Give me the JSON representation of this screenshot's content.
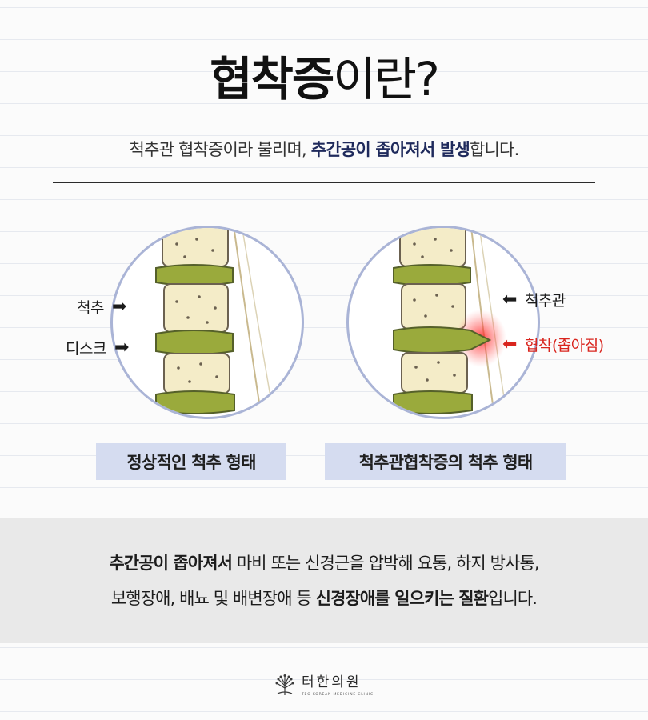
{
  "title": {
    "bold": "협착증",
    "regular": "이란?"
  },
  "subtitle": {
    "part1": "척추관 협착증이라 불리며, ",
    "highlight": "추간공이 좁아져서 발생",
    "part2": "합니다."
  },
  "left_diagram": {
    "label_spine": "척추",
    "label_disc": "디스크",
    "caption": "정상적인 척추 형태"
  },
  "right_diagram": {
    "label_canal": "척추관",
    "label_stenosis": "협착(좁아짐)",
    "caption": "척추관협착증의 척추 형태"
  },
  "arrows": {
    "right": "➡",
    "left": "⬅"
  },
  "description": {
    "b1": "추간공이 좁아져서",
    "t1": " 마비 또는 신경근을 압박해 요통, 하지 방사통,",
    "t2": "보행장애, 배뇨 및 배변장애 등 ",
    "b2": "신경장애를 일으키는 질환",
    "t3": "입니다."
  },
  "logo": {
    "name": "터한의원",
    "sub": "TEO KOREAN MEDICINE CLINIC"
  },
  "colors": {
    "accent_navy": "#1f2a5c",
    "stenosis_red": "#d9251e",
    "caption_bg": "#d5dcf0",
    "circle_border": "#aab4d6",
    "vertebra": "#f4ecc8",
    "disc": "#9aaa3c"
  }
}
